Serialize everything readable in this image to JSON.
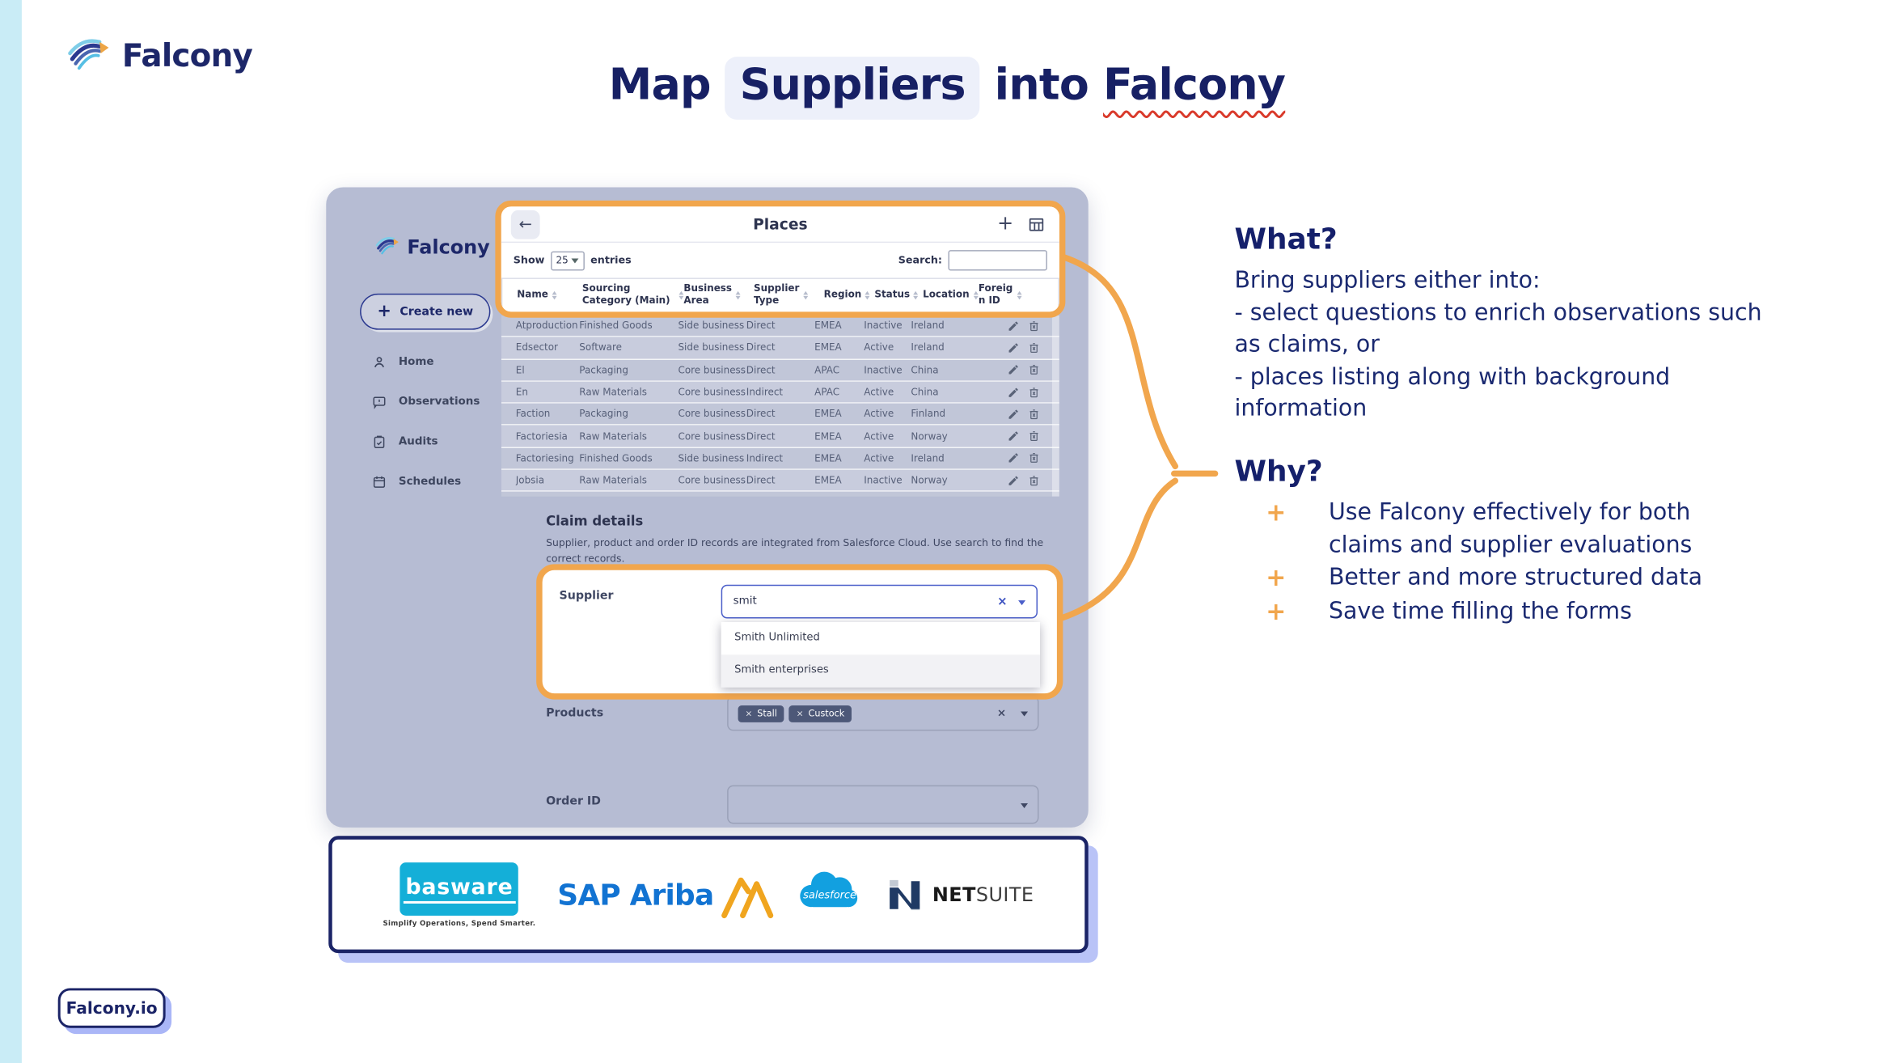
{
  "colors": {
    "accent_orange": "#F1A64D",
    "navy": "#1B2467",
    "app_background": "#B6BCD3",
    "left_strip_cyan": "#C9ECF6",
    "chip_slate": "#4D5878",
    "active_input_border": "#4A5EC9",
    "basware_cyan": "#14AFD8",
    "sap_blue": "#1273D2",
    "salesforce_blue": "#00A1E0",
    "netsuite_navy": "#203A64",
    "spellcheck_red": "#D93A2B"
  },
  "header": {
    "brand": "Falcony",
    "title_prefix": "Map ",
    "title_highlight": "Suppliers",
    "title_middle": " into ",
    "title_end": "Falcony"
  },
  "app": {
    "sidebar": {
      "brand": "Falcony",
      "create_plus": "+",
      "create_button": "Create new",
      "items": [
        "Home",
        "Observations",
        "Audits",
        "Schedules"
      ]
    },
    "places": {
      "title": "Places",
      "back_glyph": "←",
      "plus_glyph": "+",
      "show_label": "Show",
      "page_size": "25",
      "entries_label": "entries",
      "search_label": "Search:",
      "columns": [
        "Name",
        "Sourcing Category (Main)",
        "Business Area",
        "Supplier Type",
        "Region",
        "Status",
        "Location",
        "Foreign ID"
      ],
      "rows": [
        [
          "Atproduction",
          "Finished Goods",
          "Side business",
          "Direct",
          "EMEA",
          "Inactive",
          "Ireland",
          ""
        ],
        [
          "Edsector",
          "Software",
          "Side business",
          "Direct",
          "EMEA",
          "Active",
          "Ireland",
          ""
        ],
        [
          "El",
          "Packaging",
          "Core business",
          "Direct",
          "APAC",
          "Inactive",
          "China",
          ""
        ],
        [
          "En",
          "Raw Materials",
          "Core business",
          "Indirect",
          "APAC",
          "Active",
          "China",
          ""
        ],
        [
          "Faction",
          "Packaging",
          "Core business",
          "Direct",
          "EMEA",
          "Active",
          "Finland",
          ""
        ],
        [
          "Factoriesia",
          "Raw Materials",
          "Core business",
          "Direct",
          "EMEA",
          "Active",
          "Norway",
          ""
        ],
        [
          "Factoriesing",
          "Finished Goods",
          "Side business",
          "Indirect",
          "EMEA",
          "Active",
          "Ireland",
          ""
        ],
        [
          "Jobsia",
          "Raw Materials",
          "Core business",
          "Direct",
          "EMEA",
          "Inactive",
          "Norway",
          ""
        ]
      ]
    },
    "claim_details": {
      "heading": "Claim details",
      "description": "Supplier, product and order ID records are integrated from Salesforce Cloud. Use search to find the correct records.",
      "supplier": {
        "label": "Supplier",
        "value": "smit",
        "clear_glyph": "×",
        "options": [
          "Smith Unlimited",
          "Smith enterprises"
        ]
      },
      "products": {
        "label": "Products",
        "tags": [
          "Stall",
          "Custock"
        ],
        "remove_glyph": "×",
        "clear_glyph": "×"
      },
      "order_id": {
        "label": "Order ID"
      }
    }
  },
  "annotations": {
    "what": {
      "heading": "What?",
      "intro": "Bring suppliers either into:",
      "points": [
        "- select questions to enrich observations such as claims, or",
        "- places listing along with background information"
      ]
    },
    "why": {
      "heading": "Why?",
      "bullet_glyph": "+",
      "bullets": [
        "Use Falcony effectively for both claims and supplier evaluations",
        "Better and more structured data",
        "Save time filling the forms"
      ]
    }
  },
  "integrations": {
    "basware": {
      "name": "basware",
      "tagline": "Simplify Operations, Spend Smarter."
    },
    "sap_ariba": {
      "name": "SAP Ariba"
    },
    "salesforce": {
      "name": "salesforce"
    },
    "netsuite": {
      "net": "NET",
      "suite": "SUITE"
    }
  },
  "footer": {
    "badge": "Falcony.io"
  }
}
